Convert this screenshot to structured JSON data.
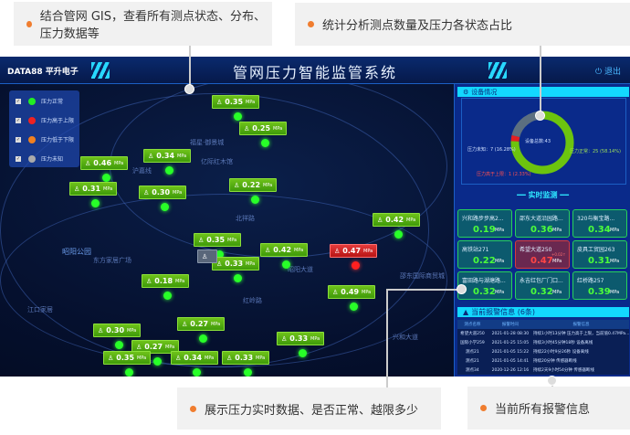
{
  "callouts": {
    "top_left": "结合管网 GIS，查看所有测点状态、分布、压力数据等",
    "top_right": "统计分析测点数量及压力各状态占比",
    "bottom_left": "展示压力实时数据、是否正常、越限多少",
    "bottom_right": "当前所有报警信息"
  },
  "header": {
    "logo": "DATA88 平升电子",
    "title": "管网压力智能监管系统",
    "exit": "退出"
  },
  "legend": [
    {
      "label": "压力正常",
      "color": "#22ee22"
    },
    {
      "label": "压力高于上限",
      "color": "#ee2222"
    },
    {
      "label": "压力低于下限",
      "color": "#f08020"
    },
    {
      "label": "压力未知",
      "color": "#aaaaaa"
    }
  ],
  "map": {
    "places": [
      "福星·御景城",
      "亿际红木馆",
      "沪嘉线",
      "昭阳公园",
      "东方家居广场",
      "北祥路",
      "昭阳大道",
      "邵东国际商贸城",
      "兴和大道",
      "红岭路",
      "江口家居"
    ],
    "unit": "MPa",
    "markers": [
      {
        "value": "0.35",
        "status": "normal"
      },
      {
        "value": "0.25",
        "status": "normal"
      },
      {
        "value": "0.34",
        "status": "normal"
      },
      {
        "value": "0.46",
        "status": "normal"
      },
      {
        "value": "0.31",
        "status": "normal"
      },
      {
        "value": "0.30",
        "status": "normal"
      },
      {
        "value": "0.22",
        "status": "normal"
      },
      {
        "value": "0.42",
        "status": "normal"
      },
      {
        "value": "0.35",
        "status": "normal"
      },
      {
        "value": "0.33",
        "status": "normal"
      },
      {
        "value": "0.42",
        "status": "normal"
      },
      {
        "value": "0.47",
        "status": "high"
      },
      {
        "value": "0.18",
        "status": "normal"
      },
      {
        "value": "0.49",
        "status": "normal"
      },
      {
        "value": "0.27",
        "status": "normal"
      },
      {
        "value": "0.30",
        "status": "normal"
      },
      {
        "value": "0.33",
        "status": "normal"
      },
      {
        "value": "0.27",
        "status": "normal"
      },
      {
        "value": "0.35",
        "status": "normal"
      },
      {
        "value": "0.34",
        "status": "normal"
      },
      {
        "value": "0.33",
        "status": "normal"
      }
    ]
  },
  "device": {
    "title": "设备情况",
    "total": "设备总数:43",
    "slices": [
      {
        "label": "压力正常：25 (58.14%)",
        "value": 25,
        "color": "#6cc40e"
      },
      {
        "label": "压力高于上限：1 (2.33%)",
        "value": 1,
        "color": "#e52020"
      },
      {
        "label": "压力未知：7 (16.28%)",
        "value": 7,
        "color": "#5c6f80"
      }
    ]
  },
  "realtime": {
    "title": "实时监测",
    "unit": "MPa",
    "cards": [
      {
        "name": "兴和路步步高2...",
        "value": "0.19"
      },
      {
        "name": "邵东大道沿园路...",
        "value": "0.36"
      },
      {
        "name": "320与衡宝路...",
        "value": "0.34"
      },
      {
        "name": "高铁站271",
        "value": "0.22"
      },
      {
        "name": "希望大道250",
        "value": "0.47",
        "delta": "+0.02↑",
        "alarm": true
      },
      {
        "name": "皮具工贸园263",
        "value": "0.31"
      },
      {
        "name": "富田路与湖塘路...",
        "value": "0.32"
      },
      {
        "name": "永吉红包厂门口...",
        "value": "0.32"
      },
      {
        "name": "红桥路257",
        "value": "0.39"
      }
    ]
  },
  "alarms": {
    "title": "当前报警信息 (6条)",
    "headers": [
      "测点名称",
      "报警时间",
      "报警信息"
    ],
    "rows": [
      [
        "希望大道250",
        "2021-01-28 08:30",
        "持续1小时13分钟 压力高于上限，当前值0.47MPa..."
      ],
      [
        "国际小学259",
        "2021-01-25 15:05",
        "持续3小时45分钟18秒 设备离线"
      ],
      [
        "测点21",
        "2021-01-05 15:22",
        "持续22小时9分26秒 设备离线"
      ],
      [
        "测点21",
        "2021-01-05 14:41",
        "持续20分钟 传感器断线"
      ],
      [
        "测点34",
        "2020-12-26 12:16",
        "持续2天9小时54分钟 传感器断线"
      ]
    ]
  }
}
